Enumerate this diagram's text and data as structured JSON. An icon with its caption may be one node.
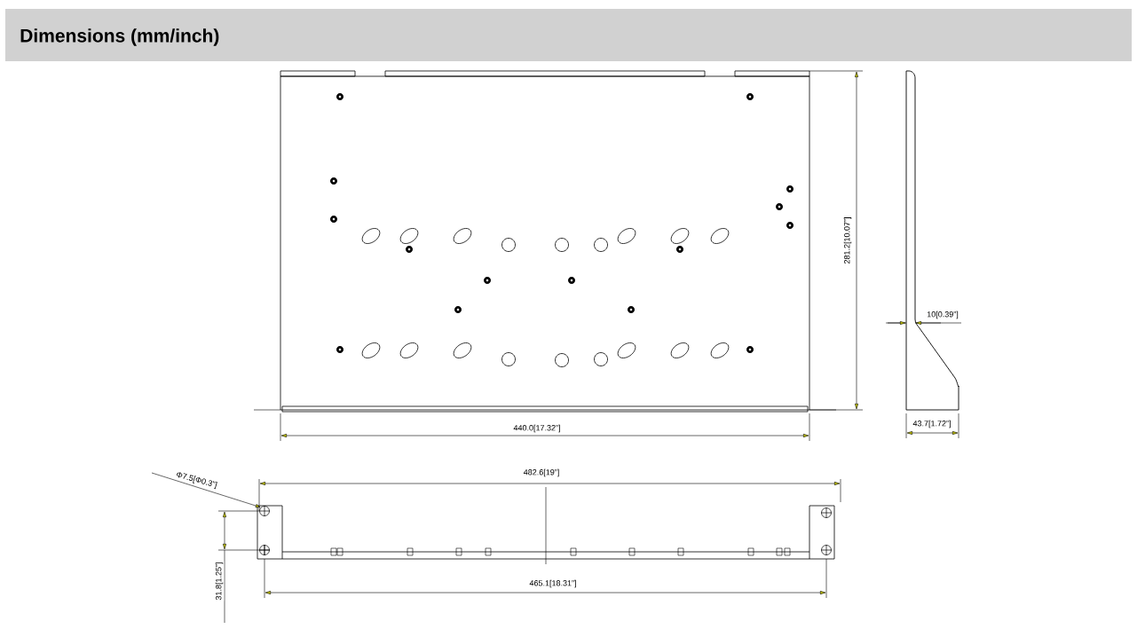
{
  "diagram": {
    "title": "Dimensions (mm/inch)",
    "nodes": [
      {
        "text": [
          "Φ7.5[Φ0.3”]"
        ]
      },
      {
        "text": [],
        "shape": "circle"
      }
    ],
    "edges": [
      {
        "from": 0,
        "to": 1,
        "arrow": "to"
      }
    ],
    "labels": [
      "281.2[10.07”]",
      "10[0.39”]",
      "440.0[17.32”]",
      "43.7[1.72”]",
      "482.6[19”]",
      "465.1[18.31”]",
      "31.8[1.25”]"
    ]
  }
}
